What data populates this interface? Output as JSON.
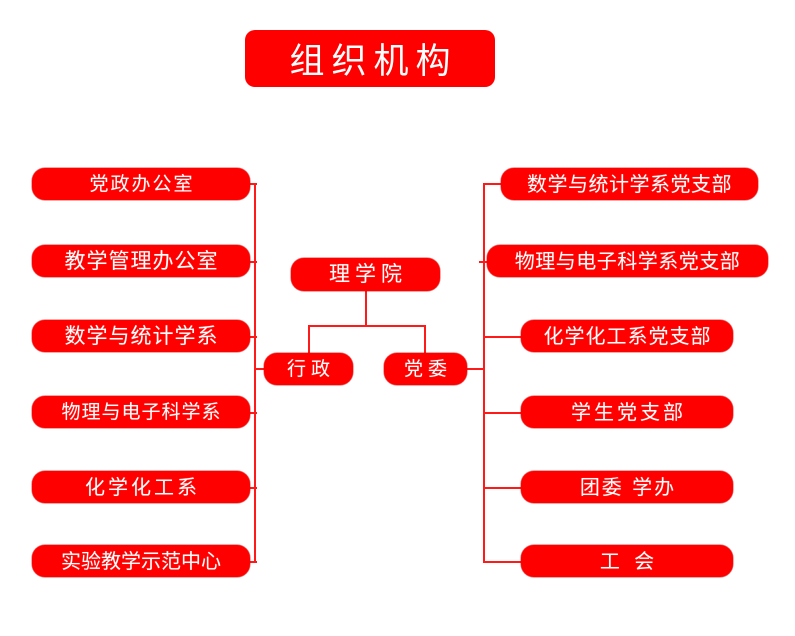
{
  "page": {
    "title": "组织机构",
    "background": "#ffffff",
    "node_fill": "#ff0000",
    "node_text": "#ffffff",
    "connector_color": "#ff1a1a"
  },
  "chart_data": {
    "type": "diagram",
    "title": "组织机构",
    "root": "理学院",
    "branches": [
      {
        "label": "行政",
        "side": "left",
        "children": [
          "党政办公室",
          "教学管理办公室",
          "数学与统计学系",
          "物理与电子科学系",
          "化学化工系",
          "实验教学示范中心"
        ]
      },
      {
        "label": "党委",
        "side": "right",
        "children": [
          "数学与统计学系党支部",
          "物理与电子科学系党支部",
          "化学化工系党支部",
          "学生党支部",
          "团委  学办",
          "工  会"
        ]
      }
    ]
  },
  "center": {
    "root_label": "理学院",
    "admin_label": "行政",
    "party_label": "党委"
  },
  "left_column": {
    "items": [
      {
        "label": "党政办公室"
      },
      {
        "label": "教学管理办公室"
      },
      {
        "label": "数学与统计学系"
      },
      {
        "label": "物理与电子科学系"
      },
      {
        "label": "化学化工系"
      },
      {
        "label": "实验教学示范中心"
      }
    ]
  },
  "right_column": {
    "items": [
      {
        "label": "数学与统计学系党支部"
      },
      {
        "label": "物理与电子科学系党支部"
      },
      {
        "label": "化学化工系党支部"
      },
      {
        "label": "学生党支部"
      },
      {
        "label": "团委  学办"
      },
      {
        "label": "工  会"
      }
    ]
  }
}
